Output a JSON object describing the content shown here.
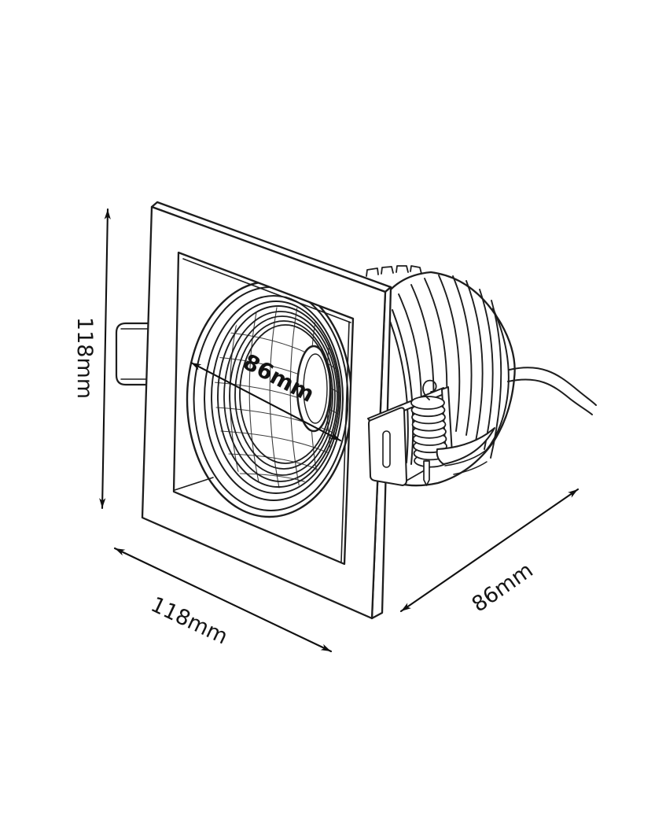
{
  "figure": {
    "background_color": "#ffffff",
    "line_color": "#1d1d1d",
    "dimension_color": "#141414"
  },
  "dimensions": {
    "height_label": "118mm",
    "width_label": "118mm",
    "depth_label": "86mm",
    "cutout_label": "86mm"
  }
}
